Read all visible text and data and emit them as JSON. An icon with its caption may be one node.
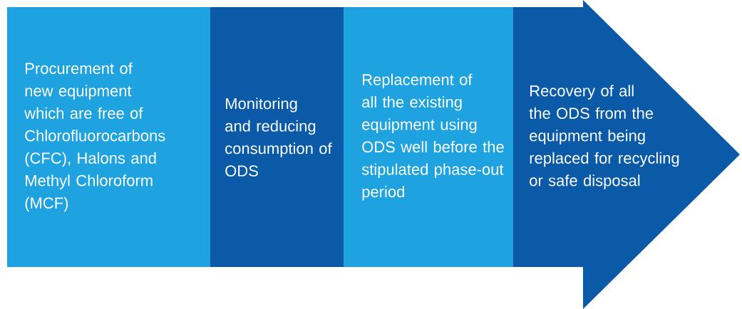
{
  "diagram": {
    "nodes": [
      {
        "text": [
          "Procurement of new equipment which are free of Chlorofluorocarbons (CFC), Halons and Methyl Chloroform (MCF)"
        ]
      },
      {
        "text": [
          "Monitoring and reducing consumption of ODS"
        ]
      },
      {
        "text": [
          "Replacement of all the existing equipment using ODS well before the stipulated phase-out period"
        ]
      },
      {
        "text": [
          "Recovery of all the ODS from the equipment being replaced for recycling or safe disposal"
        ]
      }
    ]
  }
}
